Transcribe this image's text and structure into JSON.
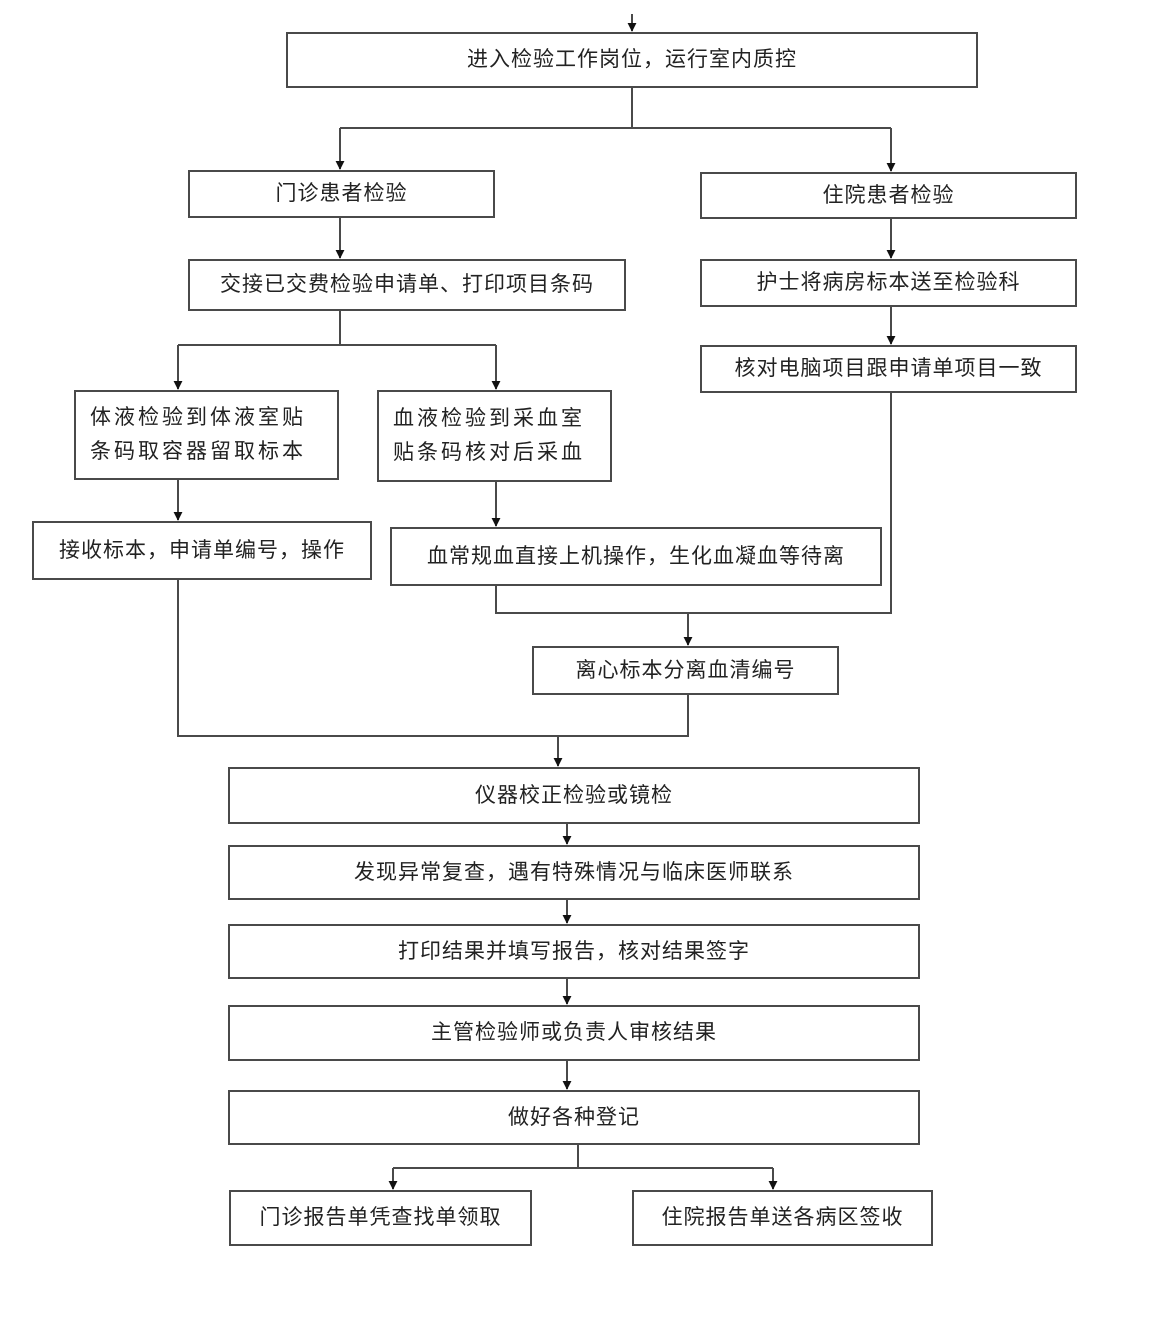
{
  "nodes": {
    "start_qc": "进入检验工作岗位，运行室内质控",
    "outpatient": "门诊患者检验",
    "inpatient": "住院患者检验",
    "outpatient_handover": "交接已交费检验申请单、打印项目条码",
    "nurse_delivery": "护士将病房标本送至检验科",
    "verify_items": "核对电脑项目跟申请单项目一致",
    "body_fluid": "体液检验到体液室贴条码取容器留取标本",
    "blood_test": "血液检验到采血室贴条码核对后采血",
    "receive_specimen": "接收标本，申请单编号，操作",
    "blood_routine": "血常规血直接上机操作，生化血凝血等待离",
    "centrifuge": "离心标本分离血清编号",
    "calibration": "仪器校正检验或镜检",
    "abnormal_recheck": "发现异常复查，遇有特殊情况与临床医师联系",
    "print_report": "打印结果并填写报告，核对结果签字",
    "supervisor_review": "主管检验师或负责人审核结果",
    "registration": "做好各种登记",
    "outpatient_report": "门诊报告单凭查找单领取",
    "inpatient_report": "住院报告单送各病区签收"
  }
}
